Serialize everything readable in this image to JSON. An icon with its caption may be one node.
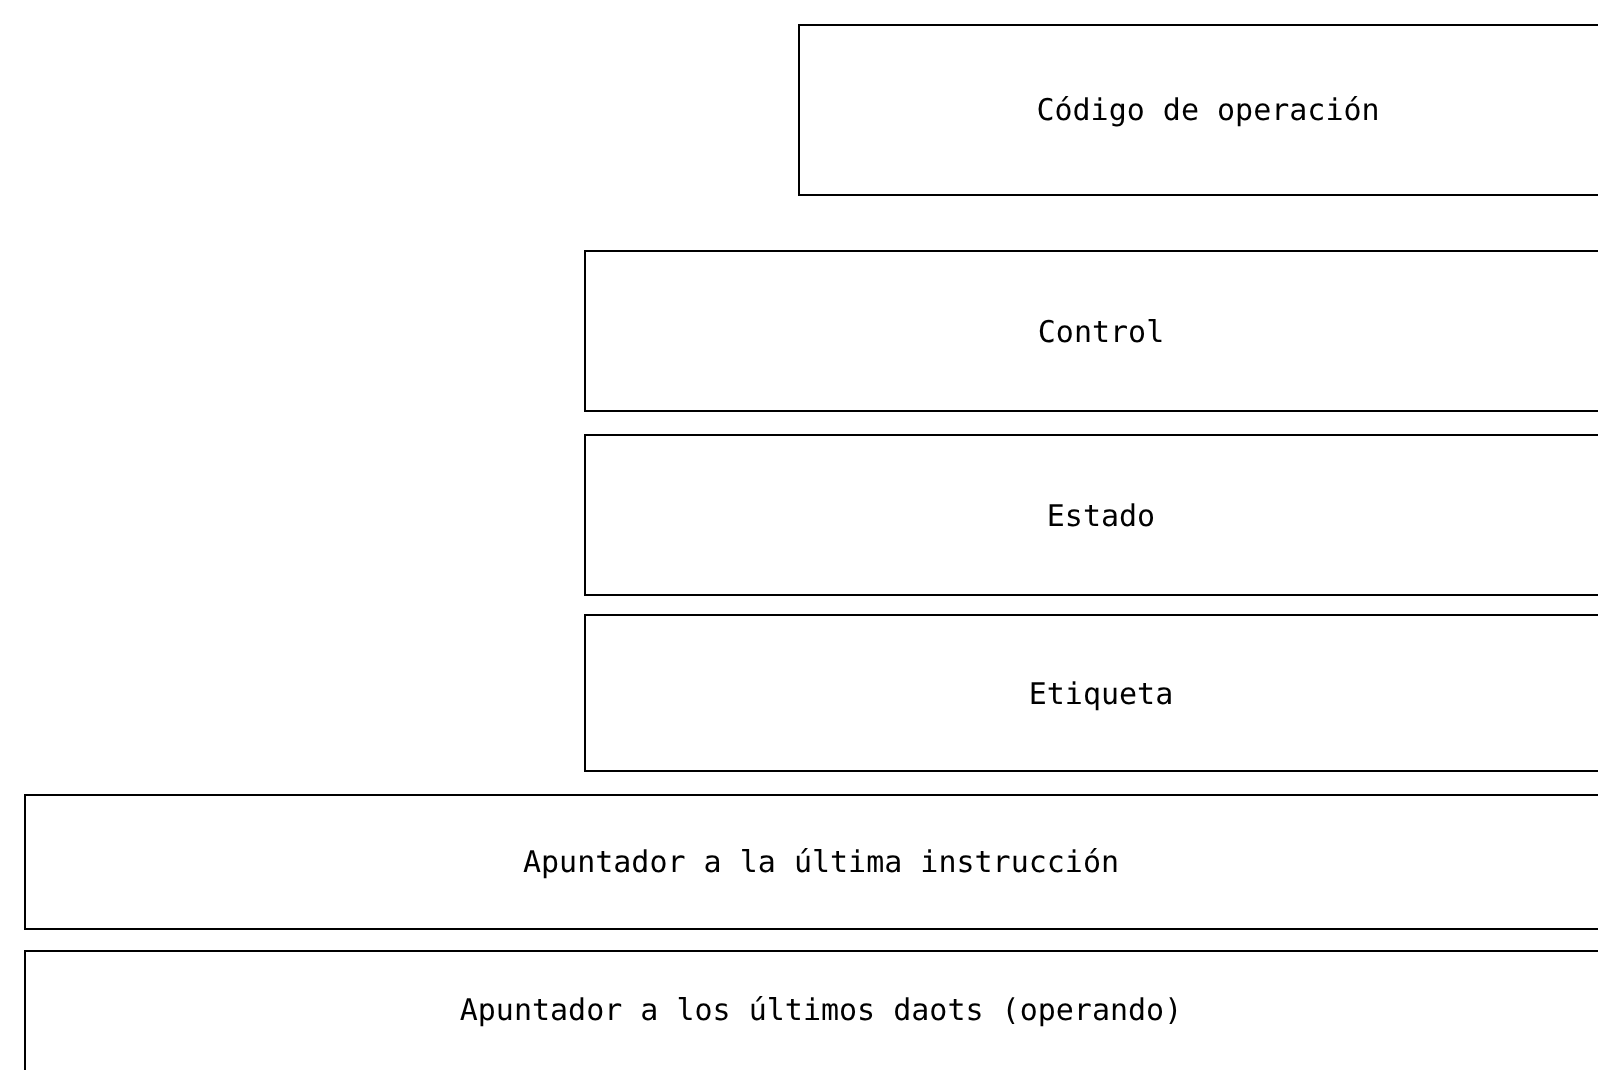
{
  "diagram": {
    "nodes": [
      {
        "text": [
          "Código de operación"
        ]
      },
      {
        "text": [
          "Control"
        ]
      },
      {
        "text": [
          "Estado"
        ]
      },
      {
        "text": [
          "Etiqueta"
        ]
      },
      {
        "text": [
          "Apuntador a la última instrucción"
        ]
      },
      {
        "text": [
          "Apuntador a los últimos daots (operando)"
        ]
      }
    ]
  }
}
